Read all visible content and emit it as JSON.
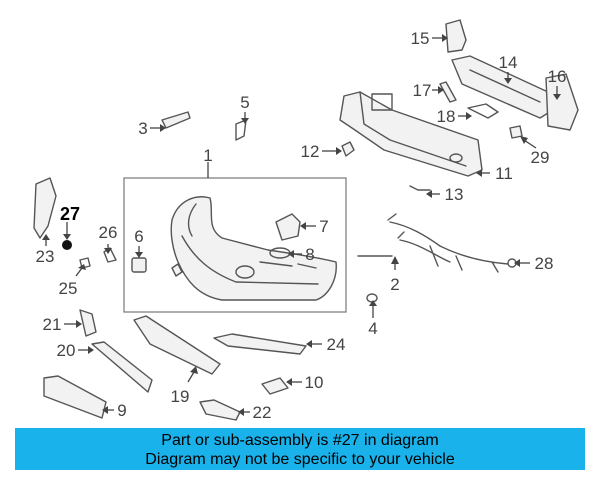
{
  "callouts": [
    "1",
    "2",
    "3",
    "4",
    "5",
    "6",
    "7",
    "8",
    "9",
    "10",
    "11",
    "12",
    "13",
    "14",
    "15",
    "16",
    "17",
    "18",
    "19",
    "20",
    "21",
    "22",
    "23",
    "24",
    "25",
    "26",
    "27",
    "28",
    "29"
  ],
  "highlighted": "27",
  "banner": {
    "line1": "Part or sub-assembly is #27 in diagram",
    "line2": "Diagram may not be specific to your vehicle",
    "color": "#1ab2ea"
  }
}
